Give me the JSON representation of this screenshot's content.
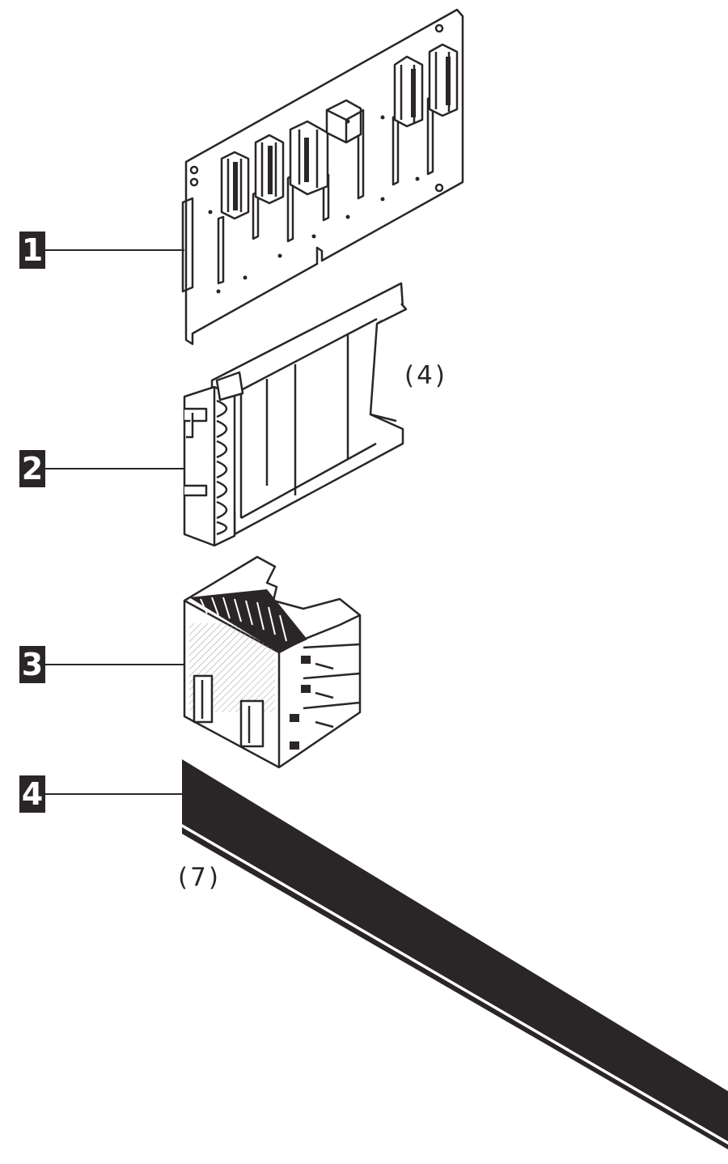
{
  "callouts": [
    {
      "label": "1"
    },
    {
      "label": "2"
    },
    {
      "label": "3"
    },
    {
      "label": "4"
    }
  ],
  "quantities": {
    "drive_cage": "(4)",
    "cable": "(7)"
  },
  "colors": {
    "ink": "#2a2627",
    "paper": "#ffffff"
  }
}
